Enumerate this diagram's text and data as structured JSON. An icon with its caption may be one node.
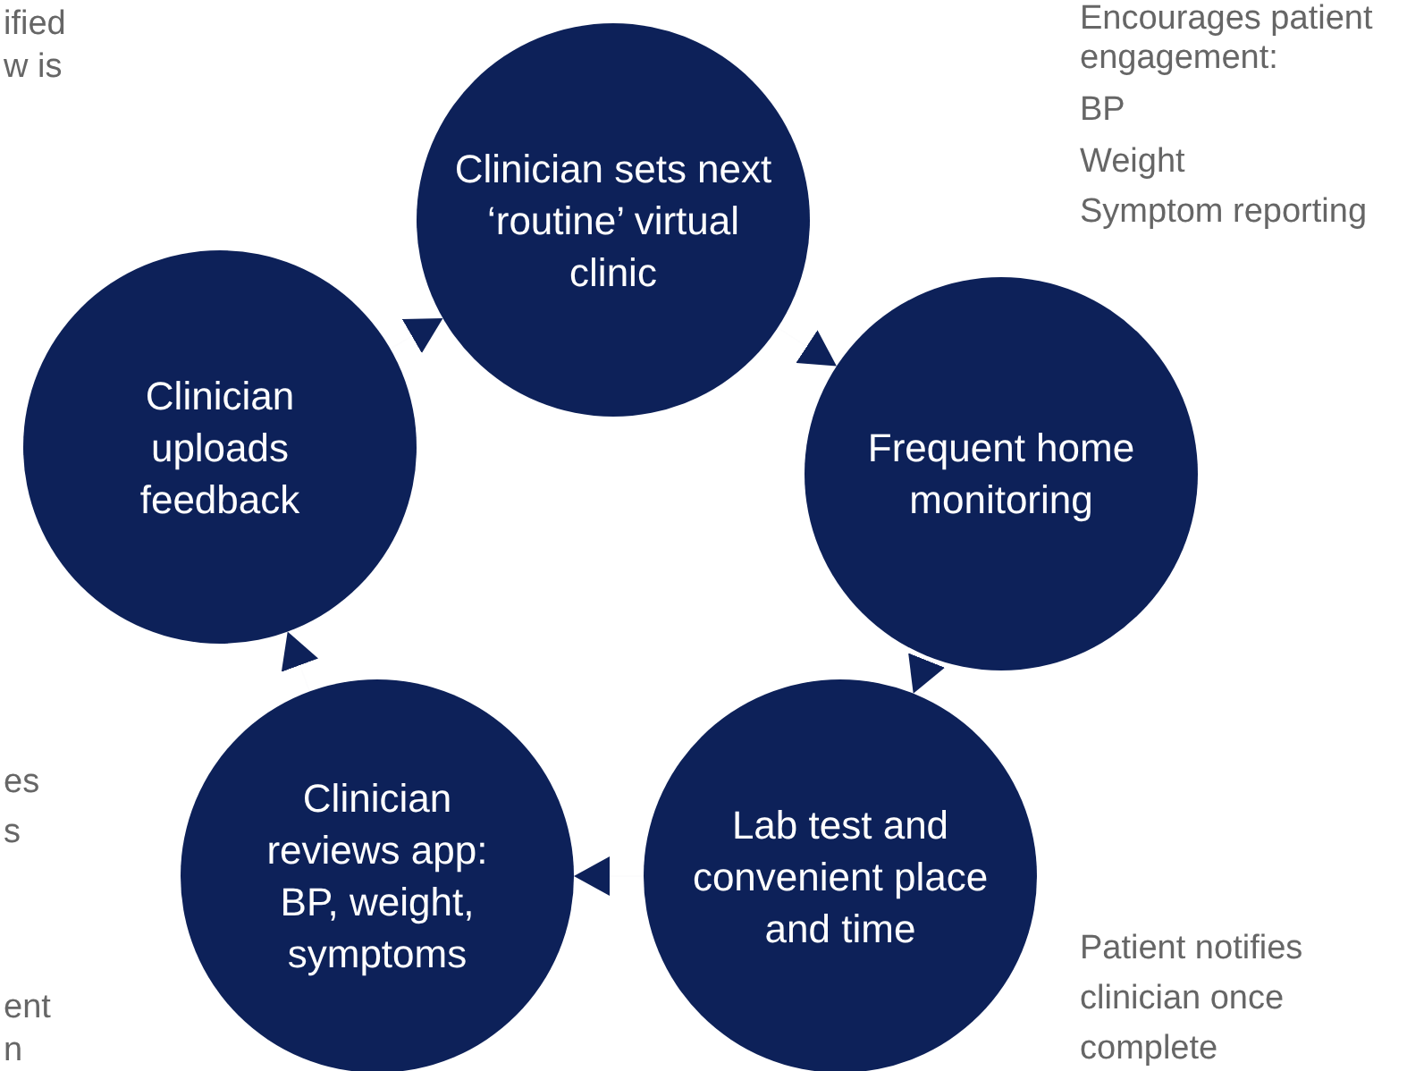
{
  "diagram": {
    "nodes": [
      {
        "text": [
          "Clinician sets next ‘routine’ virtual clinic"
        ]
      },
      {
        "text": [
          "Frequent home monitoring"
        ]
      },
      {
        "text": [
          "Lab test and convenient place and time"
        ]
      },
      {
        "text": [
          "Clinician reviews app: BP, weight, symptoms"
        ]
      },
      {
        "text": [
          "Clinician uploads feedback"
        ]
      }
    ],
    "edges": [
      {
        "from": 0,
        "to": 1,
        "arrow": "to"
      },
      {
        "from": 1,
        "to": 2,
        "arrow": "to"
      },
      {
        "from": 2,
        "to": 3,
        "arrow": "to"
      },
      {
        "from": 3,
        "to": 4,
        "arrow": "to"
      },
      {
        "from": 4,
        "to": 0,
        "arrow": "to"
      }
    ],
    "labels": [
      "ified",
      "w is",
      "Encourages patient engagement:",
      "BP",
      "Weight",
      "Symptom reporting",
      "es",
      "s",
      "Patient notifies clinician once complete",
      "ent",
      "n"
    ]
  }
}
